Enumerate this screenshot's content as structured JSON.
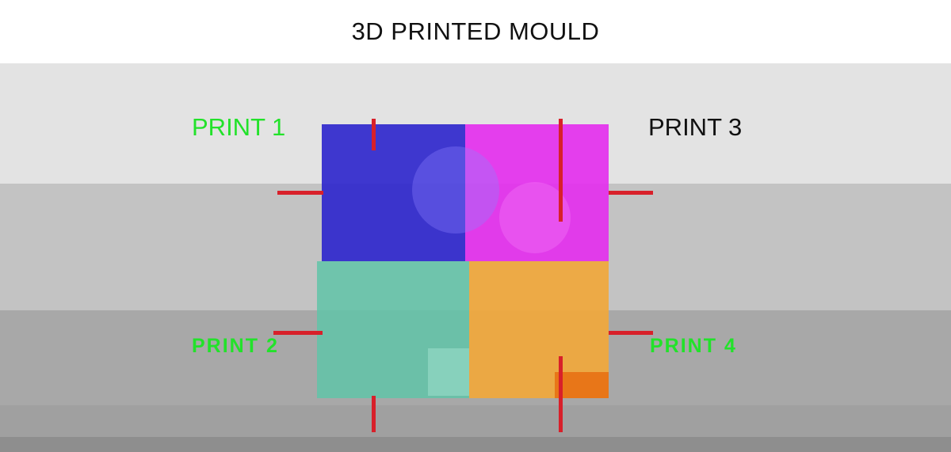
{
  "title": "3D PRINTED MOULD",
  "labels": {
    "print1": "PRINT 1",
    "print2": "PRINT 2",
    "print3": "PRINT 3",
    "print4": "PRINT 4"
  },
  "colors": {
    "print1": "#3028cd",
    "print2": "#60c4a8",
    "print3": "#e430ee",
    "print4": "#f0a83c",
    "pin": "#d8202a",
    "label_green": "#22e22a",
    "label_black": "#111111"
  }
}
